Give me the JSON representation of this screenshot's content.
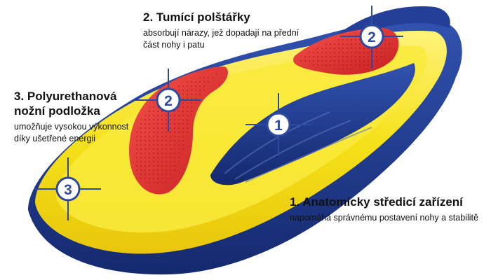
{
  "callouts": {
    "damping_pads": {
      "number": "2",
      "title": "2. Tumící polštářky",
      "description": "absorbují nárazy, jež dopadají na přední část nohy i patu"
    },
    "foam_layer": {
      "number": "3",
      "title_line1": "3. Polyurethanová",
      "title_line2": "nožní podložka",
      "description": "umožňuje vysokou výkonnost díky ušetřené energii"
    },
    "centering_device": {
      "number": "1",
      "title": "1. Anatomicky středicí zařízení",
      "description": "napomáhá správnému postavení nohy a stabilitě"
    }
  },
  "colors": {
    "foam_yellow": "#f5e11a",
    "pad_red": "#e32c2c",
    "base_blue": "#1d3a8c",
    "marker_blue": "#2e4aa0"
  }
}
